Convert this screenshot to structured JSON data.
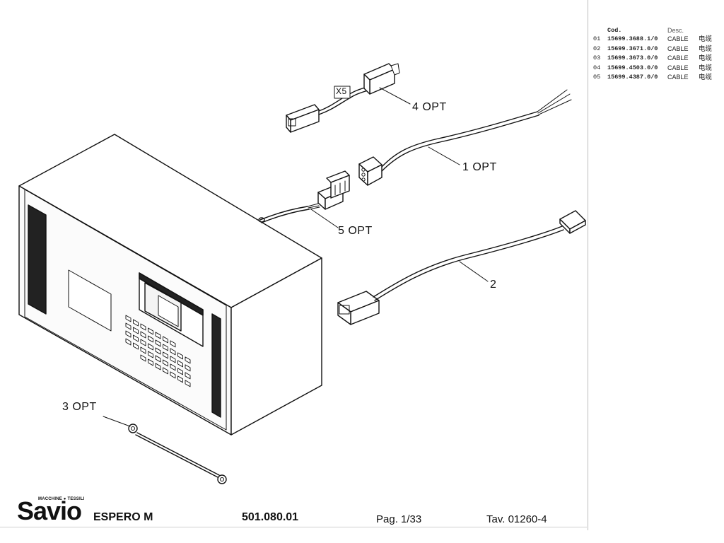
{
  "table": {
    "headers": {
      "code": "Cod.",
      "desc": "Desc."
    },
    "rows": [
      {
        "idx": "01",
        "code": "15699.3688.1/0",
        "desc": "CABLE",
        "desc_cn": "电缆"
      },
      {
        "idx": "02",
        "code": "15699.3671.0/0",
        "desc": "CABLE",
        "desc_cn": "电缆"
      },
      {
        "idx": "03",
        "code": "15699.3673.0/0",
        "desc": "CABLE",
        "desc_cn": "电缆"
      },
      {
        "idx": "04",
        "code": "15699.4503.0/0",
        "desc": "CABLE",
        "desc_cn": "电缆"
      },
      {
        "idx": "05",
        "code": "15699.4387.0/0",
        "desc": "CABLE",
        "desc_cn": "电缆"
      }
    ]
  },
  "callouts": {
    "c1": "1  OPT",
    "c2": "2",
    "c3": "3  OPT",
    "c4": "4  OPT",
    "c5": "5  OPT",
    "x5": "X5"
  },
  "footer": {
    "brand_small": "MACCHINE ● TESSILI",
    "brand": "Savio",
    "model": "ESPERO M",
    "code": "501.080.01",
    "page": "Pag. 1/33",
    "table_no": "Tav. 01260-4"
  }
}
